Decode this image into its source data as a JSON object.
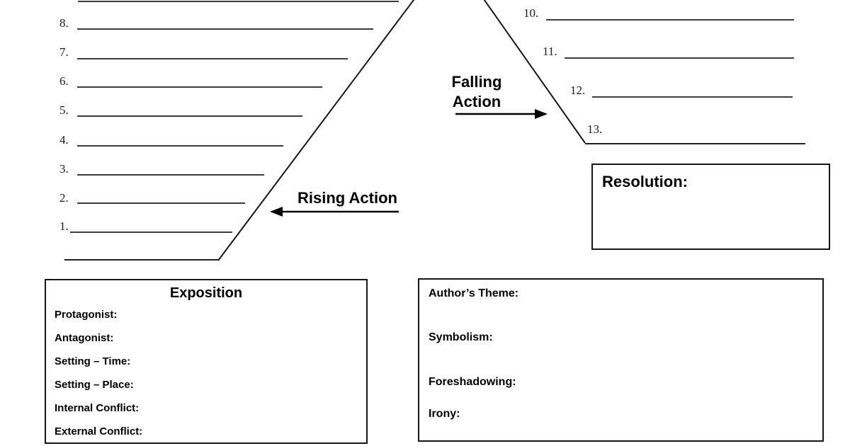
{
  "plot_diagram": {
    "rising_action_label": "Rising Action",
    "falling_action_label": "Falling Action",
    "resolution_label": "Resolution:",
    "rising_numbers": [
      "1.",
      "2.",
      "3.",
      "4.",
      "5.",
      "6.",
      "7.",
      "8."
    ],
    "falling_numbers": [
      "10.",
      "11.",
      "12.",
      "13."
    ],
    "exposition": {
      "title": "Exposition",
      "fields": [
        "Protagonist:",
        "Antagonist:",
        "Setting – Time:",
        "Setting – Place:",
        "Internal Conflict:",
        "External Conflict:"
      ]
    },
    "literary_elements": {
      "fields": [
        "Author’s Theme:",
        "Symbolism:",
        "Foreshadowing:",
        "Irony:"
      ]
    }
  }
}
